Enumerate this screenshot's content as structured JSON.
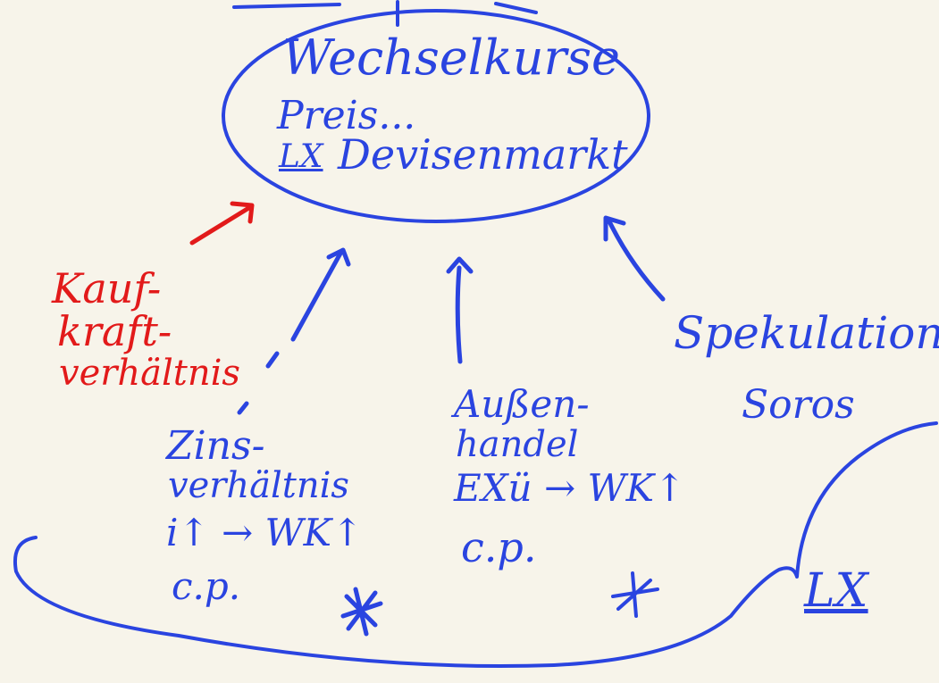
{
  "colors": {
    "background": "#f7f4ea",
    "ink_blue": "#2a44e0",
    "ink_red": "#e21a1a"
  },
  "center": {
    "line1": "Wechselkurse",
    "line2": "Preis...",
    "line3_prefix": "LX",
    "line3_rest": "Devisenmarkt"
  },
  "factors": {
    "red": {
      "line1": "Kauf-",
      "line2": "kraft-",
      "line3": "verhältnis"
    },
    "interest": {
      "line1": "Zins-",
      "line2": "verhältnis",
      "line3": "i↑ → WK↑",
      "line4": "c.p."
    },
    "trade": {
      "line1": "Außen-",
      "line2": "handel",
      "line3": "EXü → WK↑",
      "line4": "c.p."
    },
    "speculation": {
      "line1": "Spekulation",
      "line2": "Soros"
    }
  },
  "bottom": {
    "star1": "∗",
    "star2": "∗",
    "label": "LX"
  }
}
